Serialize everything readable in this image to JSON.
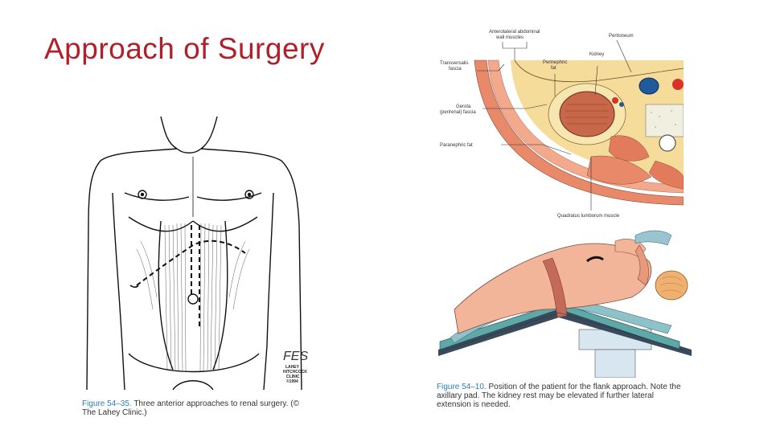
{
  "slide": {
    "title": "Approach of Surgery"
  },
  "figure_left": {
    "caption_number": "Figure 54–35.",
    "caption_text": " Three anterior approaches to renal surgery. (© The Lahey Clinic.)",
    "signature": "FES",
    "stamp_line1": "LAHEY",
    "stamp_line2": "HITCHCOCK",
    "stamp_line3": "CLINIC",
    "stamp_line4": "©1994"
  },
  "figure_top_right": {
    "labels": {
      "anterolateral": "Anterolateral abdominal",
      "anterolateral2": "wall muscles",
      "peritoneum": "Peritoneum",
      "kidney": "Kidney",
      "transversalis": "Transversalis",
      "transversalis2": "fascia",
      "perinephric": "Perinephric",
      "perinephric2": "fat",
      "gerota": "Gerota",
      "gerota2": "(perirenal) fascia",
      "paranephric": "Paranephric fat",
      "quadratus": "Quadratus lumborum muscle"
    }
  },
  "figure_bottom_right": {
    "caption_number": "Figure 54–10.",
    "caption_text": " Position of the patient for the flank approach. Note the axillary pad. The kidney rest may be elevated if further lateral extension is needed."
  },
  "colors": {
    "title": "#b0202a",
    "caption_number": "#2a7fb8",
    "muscle": "#e8896a",
    "kidney": "#c8684a",
    "fat": "#f6dc9a",
    "vessel_blue": "#1f5a9a",
    "vessel_red": "#d8322a",
    "table": "#5fa8a8",
    "skin": "#f2b59a"
  }
}
